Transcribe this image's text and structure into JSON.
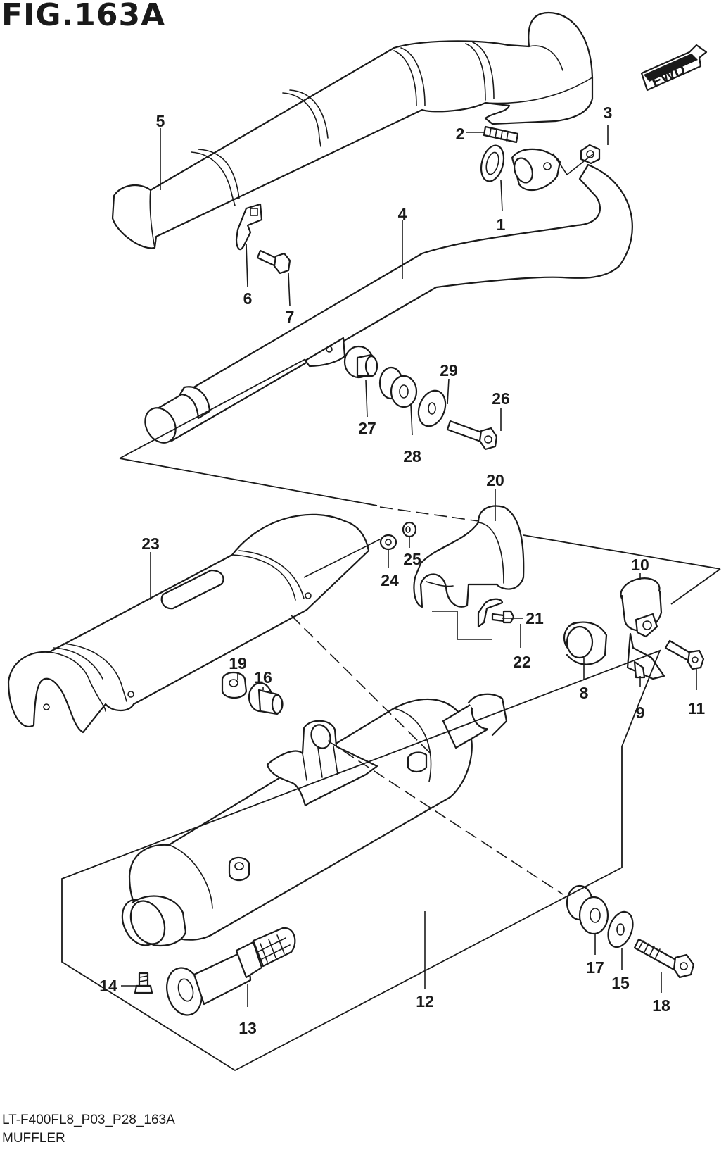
{
  "figure": {
    "title": "FIG.163A",
    "code": "LT-F400FL8_P03_P28_163A",
    "name": "MUFFLER",
    "direction_badge": "FWD"
  },
  "callouts": [
    "1",
    "2",
    "3",
    "4",
    "5",
    "6",
    "7",
    "8",
    "9",
    "10",
    "11",
    "12",
    "13",
    "14",
    "15",
    "16",
    "17",
    "18",
    "19",
    "20",
    "21",
    "22",
    "23",
    "24",
    "25",
    "26",
    "27",
    "28",
    "29"
  ]
}
